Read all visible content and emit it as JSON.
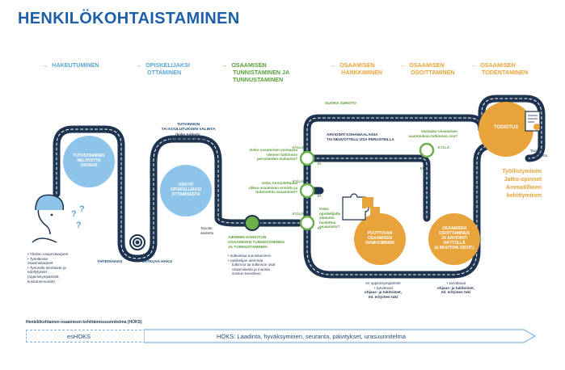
{
  "title": "HENKILÖKOHTAISTAMINEN",
  "phases": [
    {
      "label_1": "HAKEUTUMINEN",
      "label_2": "",
      "color": "#5aa6d8"
    },
    {
      "label_1": "OPISKELIJAKSI",
      "label_2": "OTTAMINEN",
      "color": "#5aa6d8"
    },
    {
      "label_1": "OSAAMISEN",
      "label_2": "TUNNISTAMINEN JA",
      "label_3": "TUNNUSTAMINEN",
      "color": "#5a9f3a"
    },
    {
      "label_1": "OSAAMISEN",
      "label_2": "HANKKIMINEN",
      "color": "#e8a33a"
    },
    {
      "label_1": "OSAAMISEN",
      "label_2": "OSOITTAMINEN",
      "color": "#e8a33a"
    },
    {
      "label_1": "OSAAMISEN",
      "label_2": "TODENTAMINEN",
      "color": "#e8a33a"
    }
  ],
  "circles": {
    "hakeutuminen": {
      "line1": "TUTUSTAMINEN",
      "line2": "NELIVOITTA",
      "line3": "OHJAUS"
    },
    "ottaminen": {
      "line1": "HÄKYÖ",
      "line2": "OPISKELIJAKSI",
      "line3": "OTTAMISESTA"
    },
    "hankkiminen": {
      "line1": "PUUTTUVAN",
      "line2": "OSAAMISEN",
      "line3": "HANKKIMINEN"
    },
    "osoittaminen": {
      "line1": "OSAAMISEN",
      "line2": "OSOITTAMINEN",
      "line3": "JA ARVIOINTI",
      "line4": "NÄYTÖLLÄ",
      "line5": "(& MUUTOIN OSOIT.)"
    },
    "todistus": {
      "line1": "TODISTUS"
    }
  },
  "labels": {
    "tutkinnon": "TUTKINNON",
    "valinta": "TAI KOULUTUKSEN VALINTA",
    "tutkinnon_sub1": "(koko tutkinto,",
    "tutkinnon_sub2": "tutkinnon osa tai osia)",
    "yhteishaku": "YHTEISHAKU",
    "jatkuva_haku": "JATKUVA HAKU",
    "tavoite": "Tavoite",
    "asetettu": "asetettu",
    "aiemmin_1": "AIEMMIN HANKITUN",
    "aiemmin_2": "OSAAMISEN TUNNISTAMINEN",
    "aiemmin_3": "JA TUNNUSTAMINEN",
    "bullet1": "suttiessaa tunnistaminen",
    "bullet2a": "opiskelijan aiemmat",
    "bullet2b": "tutkinnot tai tutkinnon osat",
    "bullet2c": "osaamisesta ja muusta",
    "bullet2d": "sovitun tavoitteen",
    "suora_suoto": "SUORA SUROTO",
    "arvioija_1": "ARVIOINTI KOHAMAALAISIA",
    "arvioija_2": "TAI NEUVOTTELU OSA PERUSTEILLA",
    "q1a": "Onko osaaminen voimassa",
    "q1b": "olevien tutkinnon",
    "q1c": "perusteiden mukaista?",
    "q2a": "Onko tunnistettavaa",
    "q2b": "ulkoa osaamisen arvioitu ja",
    "q2c": "todennettu osaaminen?",
    "q3a": "Onko",
    "q3b": "opiskelijalla",
    "q3c": "aiemmin",
    "q3d": "hankittua",
    "q3e": "osaamista?",
    "q4a": "Vastaako osaaminen",
    "q4b": "vaatimuksia tutkinnon osa?",
    "kylla": "KYLLÄ",
    "ei": "EI",
    "left_1": "Yksilön osaamistarpeet",
    "left_2": "Työelämän osaamistarpeet",
    "left_3": "Työuralla tarvittavat ja edellytykset (oppimisympäristöt, koulutusmuodot)",
    "hank_note_1": "eri oppimisympäristöt",
    "hank_note_2": "+ tarvittavat",
    "hank_note_3": "ohjaus- ja tukitoimet,",
    "hank_note_4": "ml. erityinen tuki",
    "osoit_note_1": "+ tarvittavat",
    "osoit_note_2": "ohjaus- ja tukitoimet,",
    "osoit_note_3": "ml. erityinen tuki",
    "tavoite_saavutettu_1": "Tavoite",
    "tavoite_saavutettu_2": "saavutettu"
  },
  "right_list": [
    "Työllistyminen",
    "Jatko-opinnot",
    "Ammatillinen",
    "kehittyminen"
  ],
  "hoks": {
    "title": "Henkilökohtainen osaamisen kehittämissuunnitelma (HOKS)",
    "eshoks": "esHOKS",
    "main": "HOKS: Laadinta, hyväksyminen, seuranta, päivitykset, urasuunnitelma"
  },
  "colors": {
    "road": "#1e3350",
    "road_dash": "#ffffff",
    "blue_circle": "#8ec3ea",
    "orange_circle": "#e8a33a",
    "green_dot": "#6bb04a",
    "title": "#1d5fa8"
  }
}
